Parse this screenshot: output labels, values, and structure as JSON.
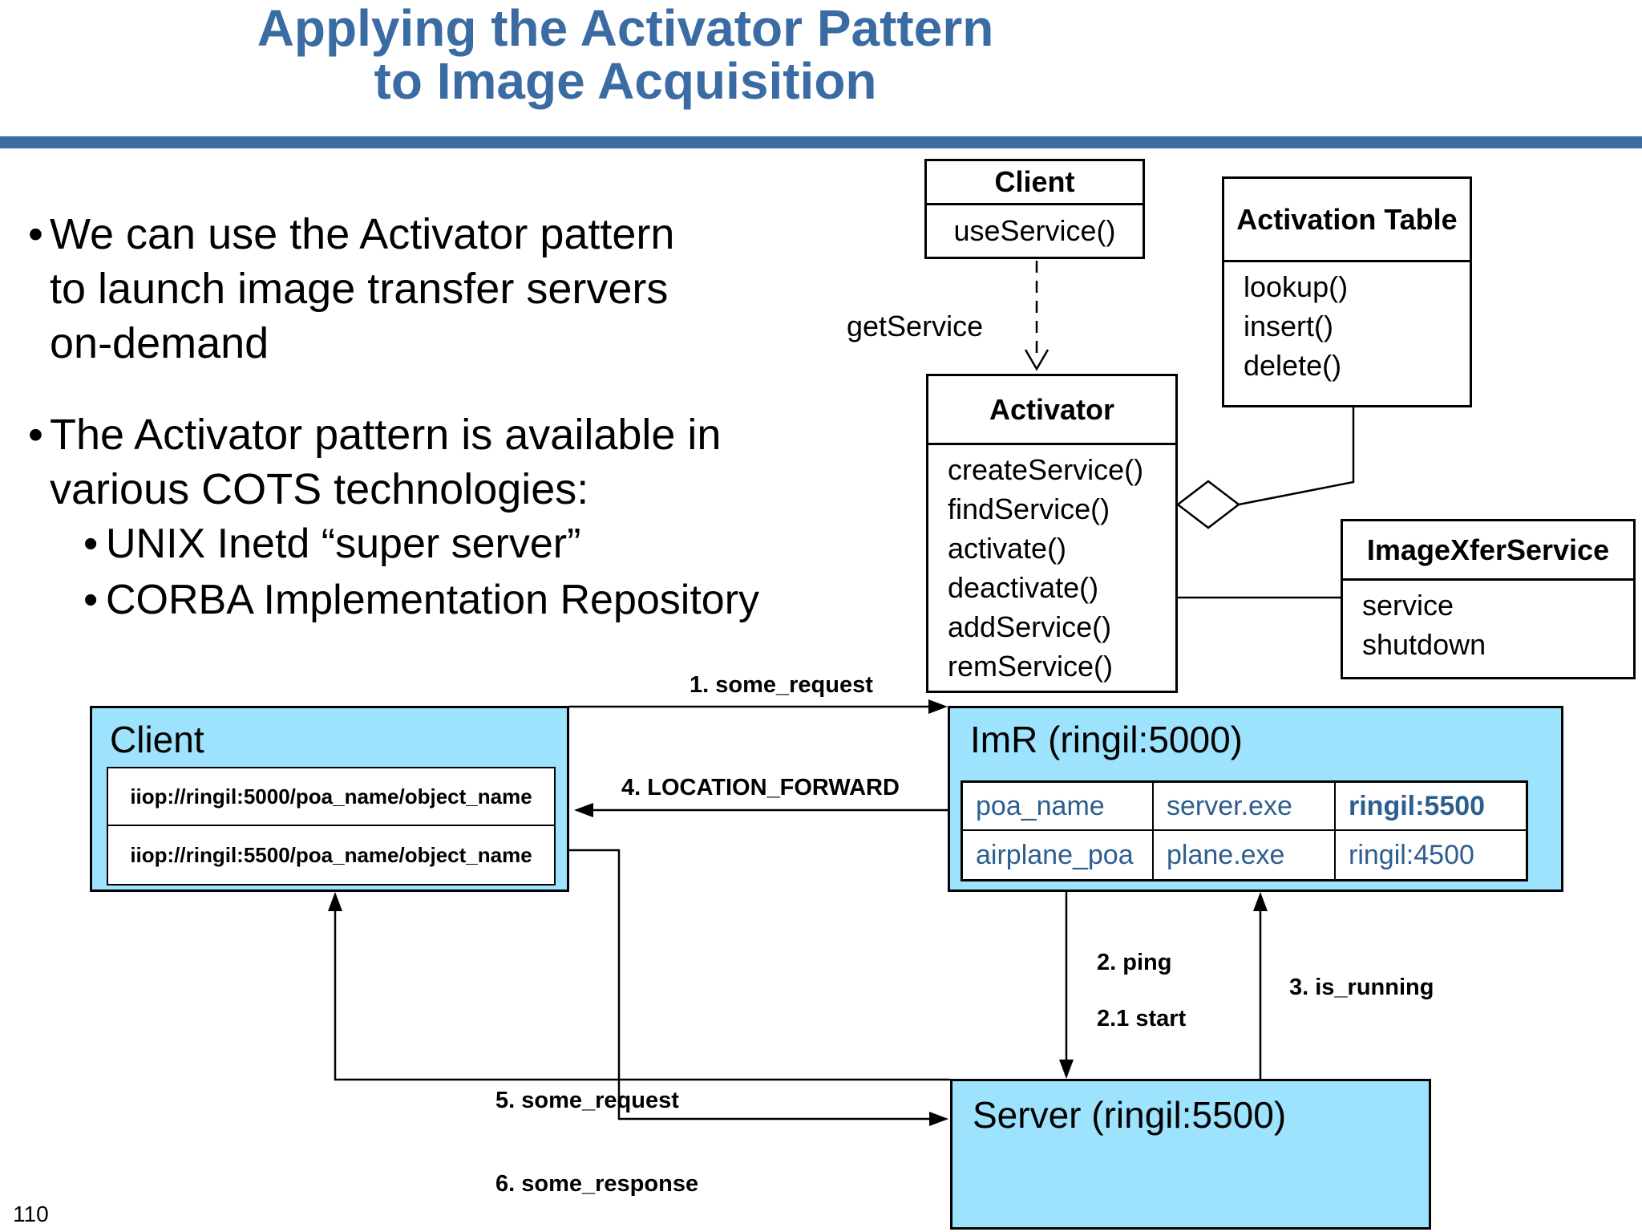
{
  "slide": {
    "title_line1": "Applying the Activator Pattern",
    "title_line2": "to Image Acquisition",
    "page_number": "110"
  },
  "bullets": {
    "b1_line1": "We can use the Activator pattern",
    "b1_line2": "to launch image transfer servers",
    "b1_line3": "on-demand",
    "b2_line1": "The Activator pattern is available in",
    "b2_line2": "various COTS technologies:",
    "sub1": "UNIX Inetd “super server”",
    "sub2": "CORBA Implementation Repository"
  },
  "uml": {
    "get_service_label": "getService",
    "client": {
      "title": "Client",
      "method": "useService()"
    },
    "activation_table": {
      "title": "Activation Table",
      "methods": [
        "lookup()",
        "insert()",
        "delete()"
      ]
    },
    "activator": {
      "title": "Activator",
      "methods": [
        "createService()",
        "findService()",
        "activate()",
        "deactivate()",
        "addService()",
        "remService()"
      ]
    },
    "image_xfer": {
      "title": "ImageXferService",
      "attrs": [
        "service",
        "shutdown"
      ]
    }
  },
  "flow": {
    "client": {
      "title": "Client",
      "ref1": "iiop://ringil:5000/poa_name/object_name",
      "ref2": "iiop://ringil:5500/poa_name/object_name"
    },
    "imr": {
      "title": "ImR (ringil:5000)",
      "table": {
        "rows": [
          [
            "poa_name",
            "server.exe",
            "ringil:5500"
          ],
          [
            "airplane_poa",
            "plane.exe",
            "ringil:4500"
          ]
        ]
      }
    },
    "server": {
      "title": "Server (ringil:5500)"
    },
    "labels": {
      "step1": "1. some_request",
      "step2": "2. ping",
      "step21": "2.1 start",
      "step3": "3. is_running",
      "step4": "4. LOCATION_FORWARD",
      "step5": "5. some_request",
      "step6": "6. some_response"
    }
  },
  "colors": {
    "accent_blue": "#3a6ba3",
    "box_fill": "#9de3fd",
    "table_text": "#2d5e8e"
  }
}
